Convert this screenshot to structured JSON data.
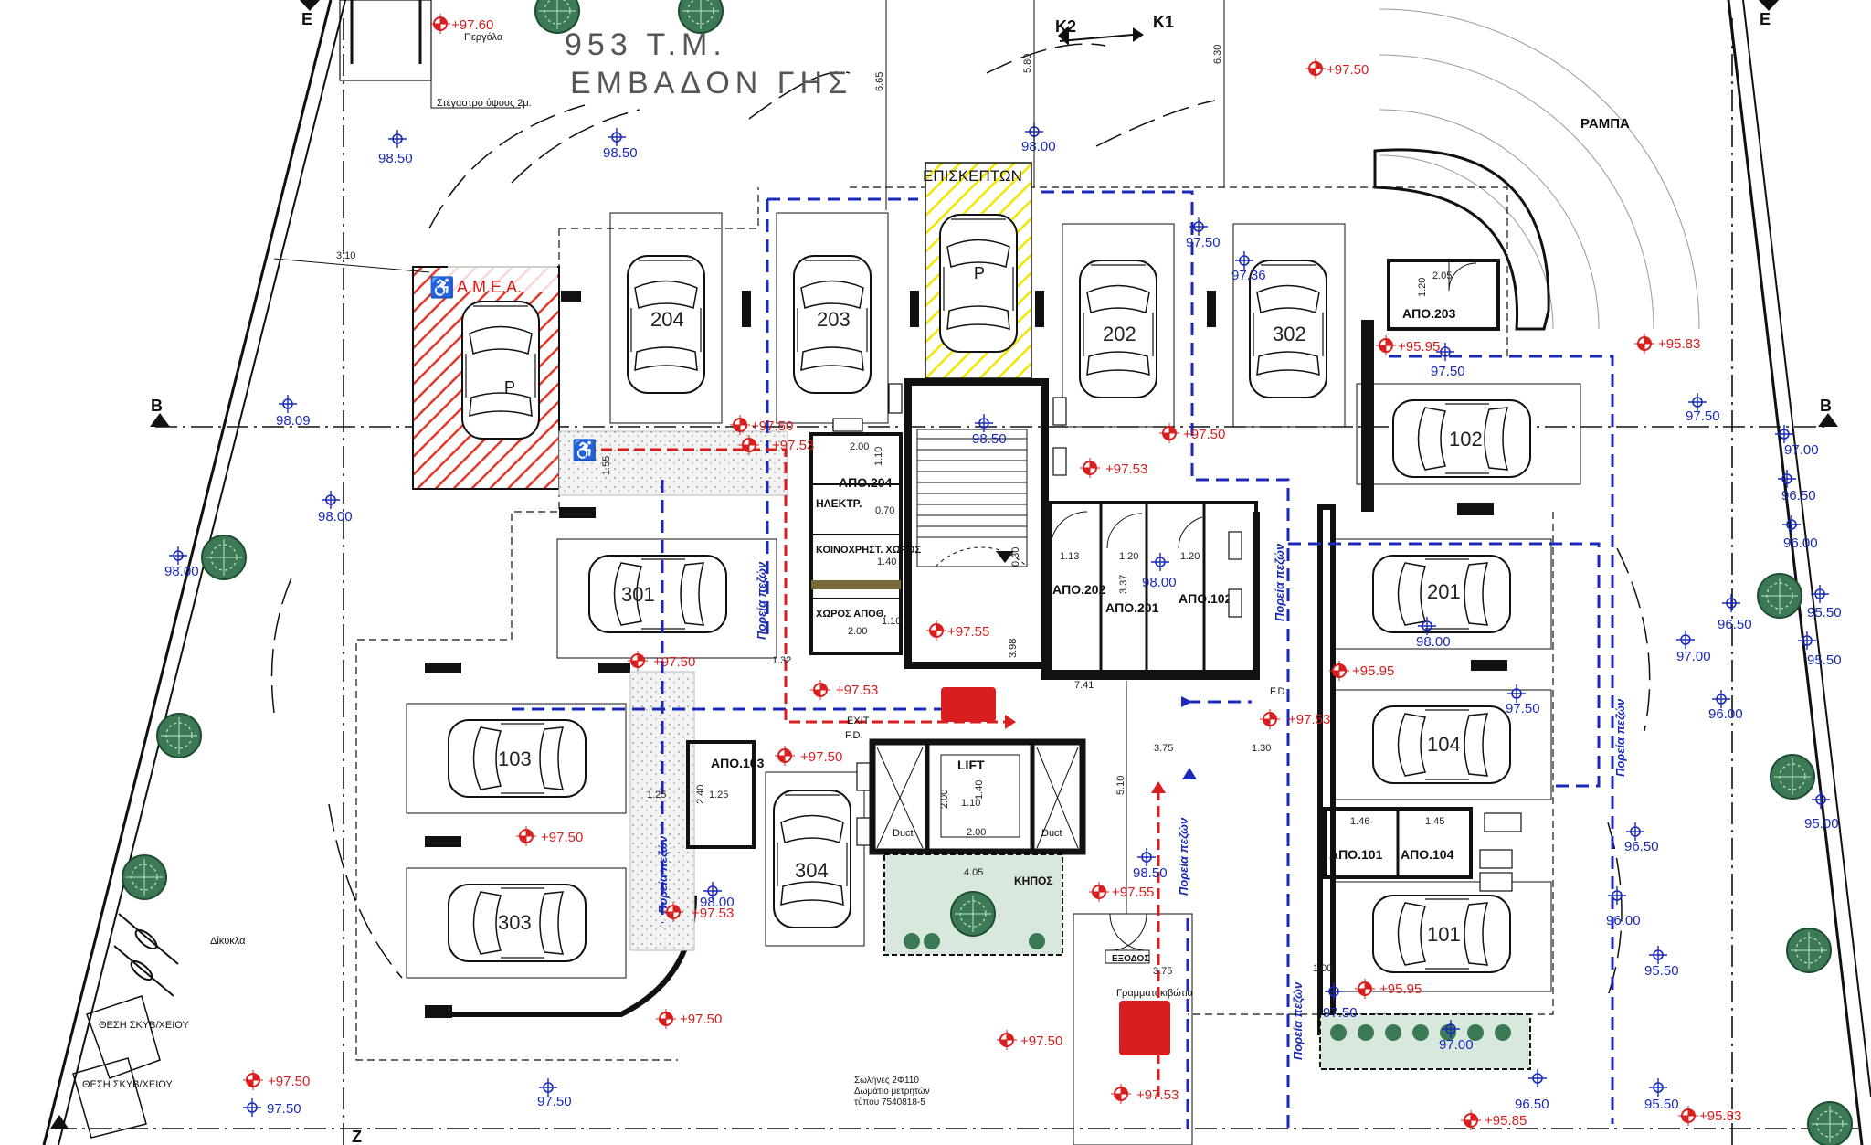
{
  "header": {
    "area_value": "953 Τ.Μ.",
    "area_label": "ΕΜΒΑΔΟΝ ΓΗΣ"
  },
  "section_marks": {
    "k2": "K2",
    "k1": "K1",
    "b_left": "B",
    "b_right": "B",
    "e_left": "E",
    "e_right": "E",
    "z": "Z"
  },
  "labels": {
    "ramp": "ΡΑΜΠΑ",
    "visitors": "ΕΠΙΣΚΕΠΤΩΝ",
    "amea": "Α.Μ.Ε.Α.",
    "garden": "ΚΗΠΟΣ",
    "lift": "LIFT",
    "exit": "EXIT",
    "fd1": "F.D.",
    "fd2": "F.D.",
    "exodos": "ΕΞΟΔΟΣ",
    "electric": "ΗΛΕΚΤΡ.",
    "common_room": "ΚΟΙΝΟΧΡΗΣΤ. ΧΩΡΟΣ",
    "storage_room": "ΧΩΡΟΣ ΑΠΟΘ.",
    "duct1": "Duct",
    "duct2": "Duct",
    "pergola": "Περγόλα",
    "canopy": "Στέγαστρο ύψους 2μ.",
    "bicycles": "Δίκυκλα",
    "bin1": "ΘΕΣΗ ΣΚΥΒ/ΧΕΙΟΥ",
    "bin2": "ΘΕΣΗ ΣΚΥΒ/ΧΕΙΟΥ",
    "letterboxes": "Γραμματοκιβώτια",
    "pipes": "Σωλήνες 2Φ110",
    "meter_room": "Δωμάτιο μετρητών",
    "meter_type": "τύπου 7540818-5",
    "parking_p1": "P",
    "parking_p2": "P",
    "pedestrian_path": "Πορεία πεζών"
  },
  "parking_bays": [
    "204",
    "203",
    "202",
    "302",
    "102",
    "301",
    "201",
    "103",
    "104",
    "303",
    "304",
    "101"
  ],
  "storage_units": [
    "ΑΠΟ.204",
    "ΑΠΟ.203",
    "ΑΠΟ.202",
    "ΑΠΟ.201",
    "ΑΠΟ.102",
    "ΑΠΟ.103",
    "ΑΠΟ.101",
    "ΑΠΟ.104"
  ],
  "elevations_red": [
    "+97.60",
    "+97.50",
    "+97.50",
    "+97.53",
    "+97.53",
    "+97.50",
    "+97.55",
    "+97.53",
    "+97.53",
    "+97.50",
    "+97.55",
    "+97.53",
    "+97.50",
    "+97.50",
    "+97.53",
    "+97.50",
    "+97.50",
    "+95.95",
    "+95.83",
    "+95.95",
    "+95.95",
    "+95.85",
    "+95.83"
  ],
  "elevations_blue": [
    "98.50",
    "98.50",
    "98.00",
    "97.50",
    "97.36",
    "98.09",
    "98.50",
    "98.00",
    "98.00",
    "98.00",
    "97.50",
    "97.50",
    "97.00",
    "96.50",
    "96.00",
    "95.50",
    "96.50",
    "95.50",
    "98.00",
    "97.50",
    "97.00",
    "95.00",
    "96.00",
    "96.50",
    "95.50",
    "96.00",
    "97.50",
    "97.00",
    "96.50",
    "95.50",
    "98.00",
    "98.50",
    "97.50"
  ],
  "dimensions": [
    "6.65",
    "5.80",
    "6.30",
    "3.10",
    "2.05",
    "1.20",
    "2.00",
    "1.10",
    "0.70",
    "1.40",
    "1.10",
    "2.00",
    "1.32",
    "1.13",
    "1.20",
    "1.20",
    "3.37",
    "0.30",
    "3.98",
    "7.41",
    "3.75",
    "1.30",
    "5.10",
    "4.05",
    "1.40",
    "2.00",
    "1.10",
    "2.00",
    "1.25",
    "1.25",
    "2.40",
    "1.46",
    "1.45",
    "3.75",
    "1.55",
    "1.00"
  ],
  "colors": {
    "elevation_red": "#d81e1e",
    "elevation_blue": "#1a2ab8",
    "hatch_red": "#e23a2a",
    "hatch_yellow": "#f2e600",
    "garden_green": "#d9e8dc",
    "tree_green": "#3b7a55",
    "wall_black": "#111111"
  }
}
